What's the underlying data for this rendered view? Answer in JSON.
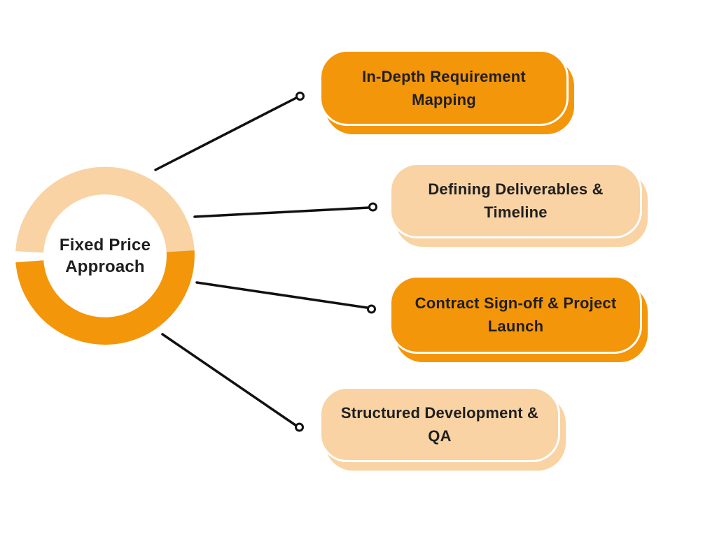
{
  "title": "Fixed Price Approach",
  "colors": {
    "orange": "#F4960A",
    "peach": "#F9D3A3",
    "text": "#1F1F1F",
    "line": "#111111",
    "bg": "#FFFFFF"
  },
  "hub": {
    "label": "Fixed Price Approach",
    "segments": [
      {
        "name": "top-half",
        "color_key": "peach"
      },
      {
        "name": "bottom-half",
        "color_key": "orange"
      }
    ]
  },
  "nodes": [
    {
      "label": "In-Depth Requirement Mapping",
      "variant": "orange"
    },
    {
      "label": "Defining Deliverables & Timeline",
      "variant": "peach"
    },
    {
      "label": "Contract Sign-off & Project Launch",
      "variant": "orange"
    },
    {
      "label": "Structured Development & QA",
      "variant": "peach"
    }
  ]
}
